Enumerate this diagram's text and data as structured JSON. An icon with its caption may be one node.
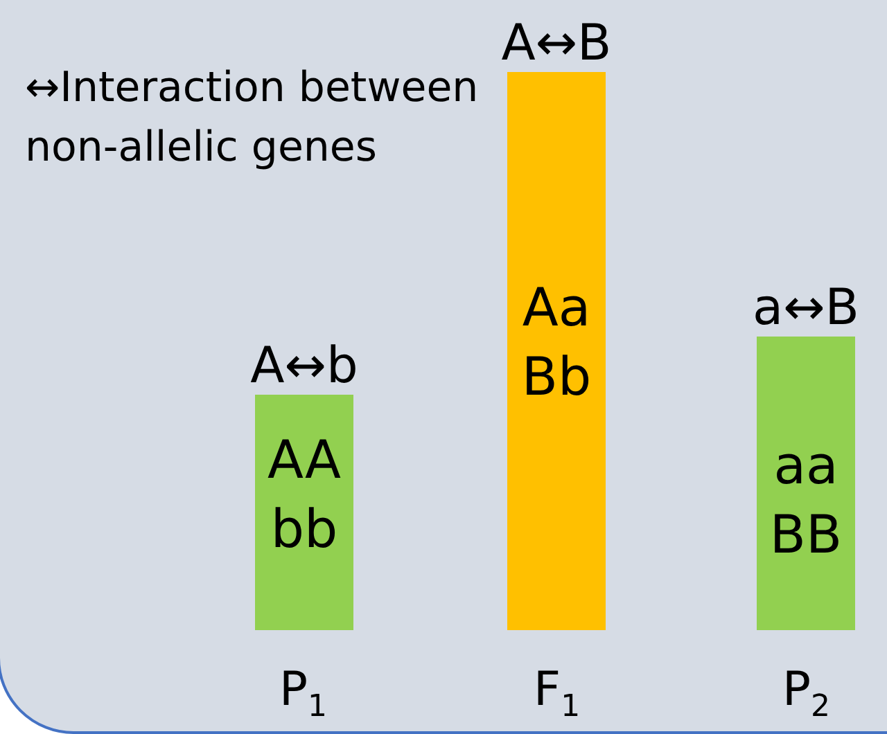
{
  "diagram": {
    "nodes": [
      {
        "text": [
          "A↔b",
          "AA bb"
        ],
        "beside": [
          "P$_{1}$"
        ]
      },
      {
        "text": [
          "A↔B",
          "Aa Bb"
        ],
        "beside": [
          "F$_{1}$"
        ]
      },
      {
        "text": [
          "a↔B",
          "aa BB"
        ],
        "beside": [
          "P$_{2}$"
        ]
      }
    ],
    "labels": [
      "↔Interaction between non-allelic genes"
    ]
  }
}
